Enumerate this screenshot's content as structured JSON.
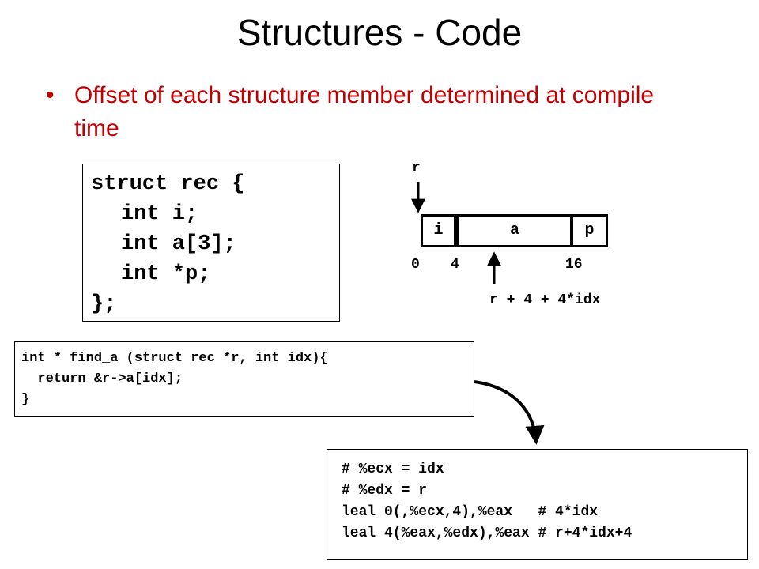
{
  "title": "Structures - Code",
  "bullet": {
    "symbol": "•",
    "text": "Offset of each structure member determined at compile time"
  },
  "struct_code": [
    "struct rec {",
    "int i;",
    "int a[3];",
    "int *p;",
    "};"
  ],
  "diagram": {
    "pointer_label": "r",
    "cells": {
      "i": "i",
      "a": "a",
      "p": "p"
    },
    "offsets": {
      "o0": "0",
      "o4": "4",
      "o16": "16"
    },
    "address_label": "r + 4 + 4*idx"
  },
  "c_code": [
    "int * find_a (struct rec *r, int idx){",
    "  return &r->a[idx];",
    "}"
  ],
  "asm_code": [
    "# %ecx = idx",
    "# %edx = r",
    "leal 0(,%ecx,4),%eax   # 4*idx",
    "leal 4(%eax,%edx),%eax # r+4*idx+4"
  ],
  "colors": {
    "bullet": "#c00000"
  }
}
